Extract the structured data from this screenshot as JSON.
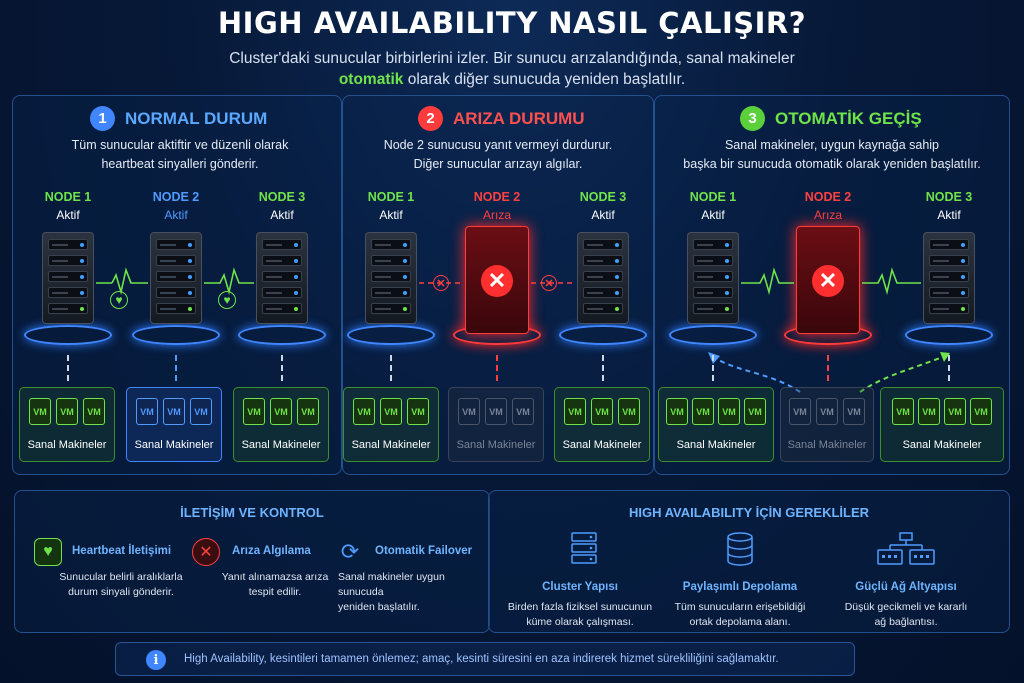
{
  "header": {
    "title": "HIGH AVAILABILITY NASIL ÇALIŞIR?",
    "subtitle_line1": "Cluster'daki sunucular birbirlerini izler. Bir sunucu arızalandığında, sanal makineler",
    "subtitle_highlight": "otomatik",
    "subtitle_line2_rest": " olarak diğer sunucuda yeniden başlatılır."
  },
  "colors": {
    "green": "#6fe34a",
    "blue": "#3f86ff",
    "red": "#ff4040",
    "title_blue": "#6fb4ff"
  },
  "panels": [
    {
      "number": "1",
      "title": "NORMAL DURUM",
      "desc1": "Tüm sunucular aktiftir ve düzenli olarak",
      "desc2": "heartbeat sinyalleri gönderir."
    },
    {
      "number": "2",
      "title": "ARIZA DURUMU",
      "desc1": "Node 2 sunucusu yanıt vermeyi durdurur.",
      "desc2": "Diğer sunucular arızayı algılar."
    },
    {
      "number": "3",
      "title": "OTOMATİK GEÇİŞ",
      "desc1": "Sanal makineler, uygun kaynağa sahip",
      "desc2": "başka bir sunucuda otomatik olarak yeniden başlatılır."
    }
  ],
  "nodes": {
    "n1": "NODE 1",
    "n2": "NODE 2",
    "n3": "NODE 3",
    "active": "Aktif",
    "failed": "Arıza"
  },
  "vm_label": "VM",
  "vm_group_label": "Sanal Makineler",
  "communication": {
    "title": "İLETİŞİM VE KONTROL",
    "items": [
      {
        "icon": "heart-pulse-icon",
        "title": "Heartbeat İletişimi",
        "desc1": "Sunucular belirli aralıklarla",
        "desc2": "durum sinyali gönderir."
      },
      {
        "icon": "error-x-icon",
        "title": "Arıza Algılama",
        "desc1": "Yanıt alınamazsa arıza",
        "desc2": "tespit edilir."
      },
      {
        "icon": "refresh-icon",
        "title": "Otomatik Failover",
        "desc1": "Sanal makineler uygun sunucuda",
        "desc2": "yeniden başlatılır."
      }
    ]
  },
  "requirements": {
    "title": "HIGH AVAILABILITY İÇİN GEREKLİLER",
    "items": [
      {
        "icon": "server-stack-icon",
        "title": "Cluster Yapısı",
        "desc1": "Birden fazla fiziksel sunucunun",
        "desc2": "küme olarak çalışması."
      },
      {
        "icon": "database-icon",
        "title": "Paylaşımlı Depolama",
        "desc1": "Tüm sunucuların erişebildiği",
        "desc2": "ortak depolama alanı."
      },
      {
        "icon": "network-icon",
        "title": "Güçlü Ağ Altyapısı",
        "desc1": "Düşük gecikmeli ve kararlı",
        "desc2": "ağ bağlantısı."
      }
    ]
  },
  "footer_note": "High Availability, kesintileri tamamen önlemez; amaç, kesinti süresini en aza indirerek hizmet sürekliliğini sağlamaktır."
}
